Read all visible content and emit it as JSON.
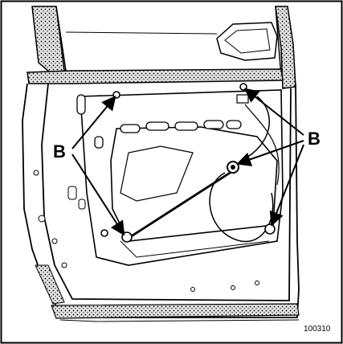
{
  "diagram": {
    "callout_left": "B",
    "callout_right": "B",
    "figure_ref": "100310",
    "colors": {
      "ink": "#000000",
      "paper": "#ffffff",
      "seal_fill": "#d9d9d9"
    }
  }
}
